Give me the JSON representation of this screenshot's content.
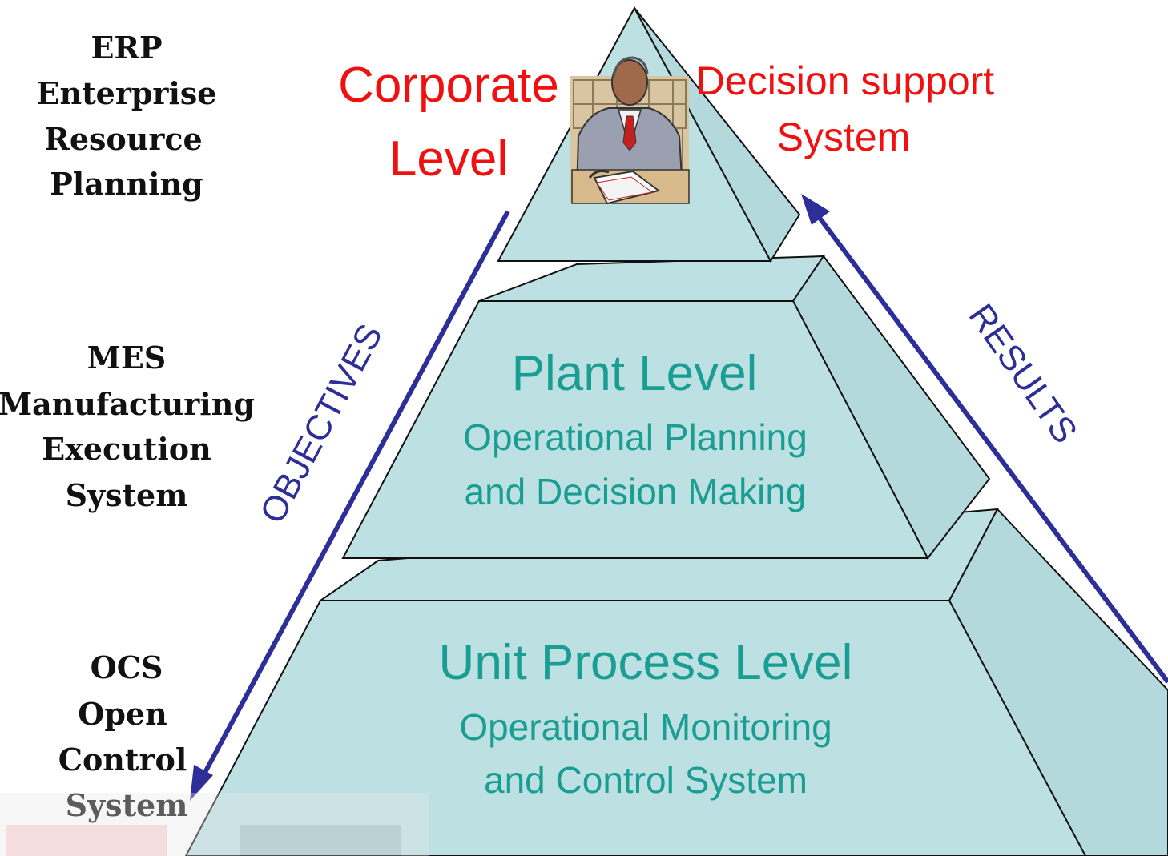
{
  "left_labels": {
    "erp": [
      "ERP",
      "Enterprise",
      "Resource",
      "Planning"
    ],
    "mes": [
      "MES",
      "Manufacturing",
      "Execution",
      "System"
    ],
    "ocs": [
      "OCS",
      "Open",
      "Control",
      "System"
    ]
  },
  "corporate": {
    "title_lines": [
      "Corporate",
      "Level"
    ],
    "dss_lines": [
      "Decision support",
      "System"
    ]
  },
  "plant": {
    "title": "Plant Level",
    "sub_lines": [
      "Operational Planning",
      "and Decision Making"
    ]
  },
  "unit": {
    "title": "Unit Process Level",
    "sub_lines": [
      "Operational Monitoring",
      "and Control System"
    ]
  },
  "arrows": {
    "objectives": "OBJECTIVES",
    "results": "RESULTS"
  },
  "colors": {
    "face": "#bde0e3",
    "face_side": "#b3d9dc",
    "teal_text": "#1a9e94",
    "red_text": "#f01010",
    "arrow": "#2e2e99",
    "outline": "#111111"
  }
}
